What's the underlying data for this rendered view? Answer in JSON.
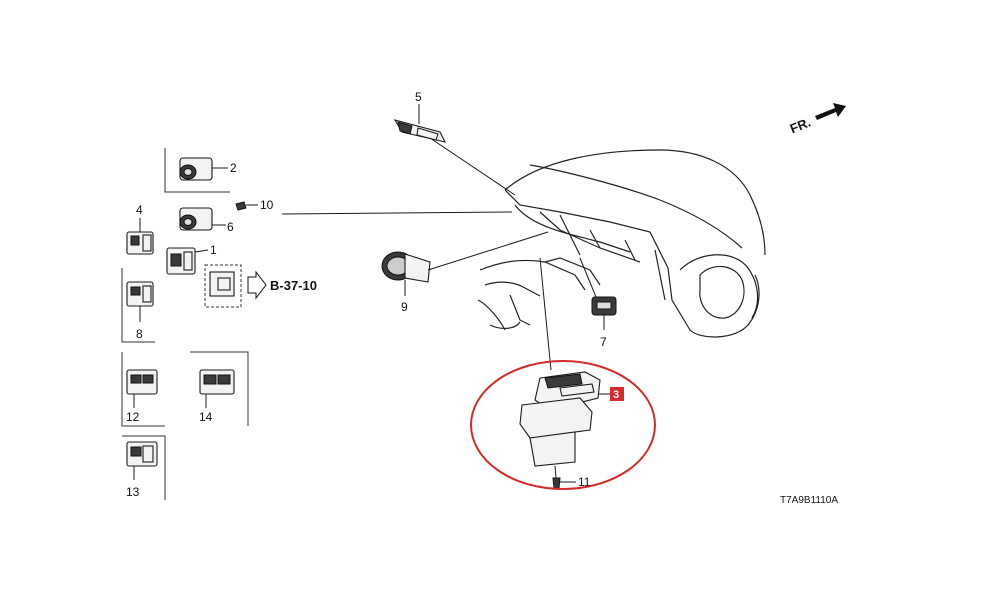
{
  "diagram": {
    "fr_label": "FR.",
    "reference_label": "B-37-10",
    "diagram_code": "T7A9B1110A",
    "highlight_color": "#d42a2a",
    "callouts": {
      "c1": "1",
      "c2": "2",
      "c3": "3",
      "c4": "4",
      "c5": "5",
      "c6": "6",
      "c7": "7",
      "c8": "8",
      "c9": "9",
      "c10": "10",
      "c11": "11",
      "c12": "12",
      "c13": "13",
      "c14": "14"
    }
  }
}
